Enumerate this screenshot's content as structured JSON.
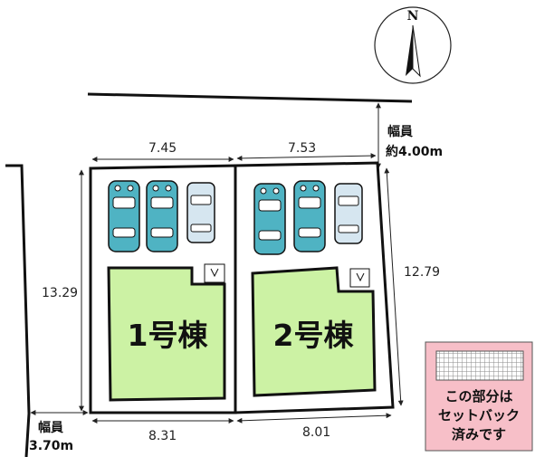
{
  "north_label": "N",
  "road_north": {
    "label": "幅員",
    "width": "約4.00m"
  },
  "road_west": {
    "label": "幅員",
    "width": "3.70m"
  },
  "dimensions": {
    "top_left": "7.45",
    "top_right": "7.53",
    "left_side": "13.29",
    "right_side": "12.79",
    "bottom_left": "8.31",
    "bottom_right": "8.01"
  },
  "lots": [
    {
      "label": "1号棟",
      "parking_spaces": 3
    },
    {
      "label": "2号棟",
      "parking_spaces": 3
    }
  ],
  "legend": {
    "lines": [
      "この部分は",
      "セットバック",
      "済みです"
    ]
  },
  "colors": {
    "building": "#ccf2a4",
    "car_body": "#4fb3c3",
    "small_car": "#d6e6f0",
    "setback": "#f7bfc8",
    "setback_grid": "#888888",
    "boundary": "#111111"
  }
}
